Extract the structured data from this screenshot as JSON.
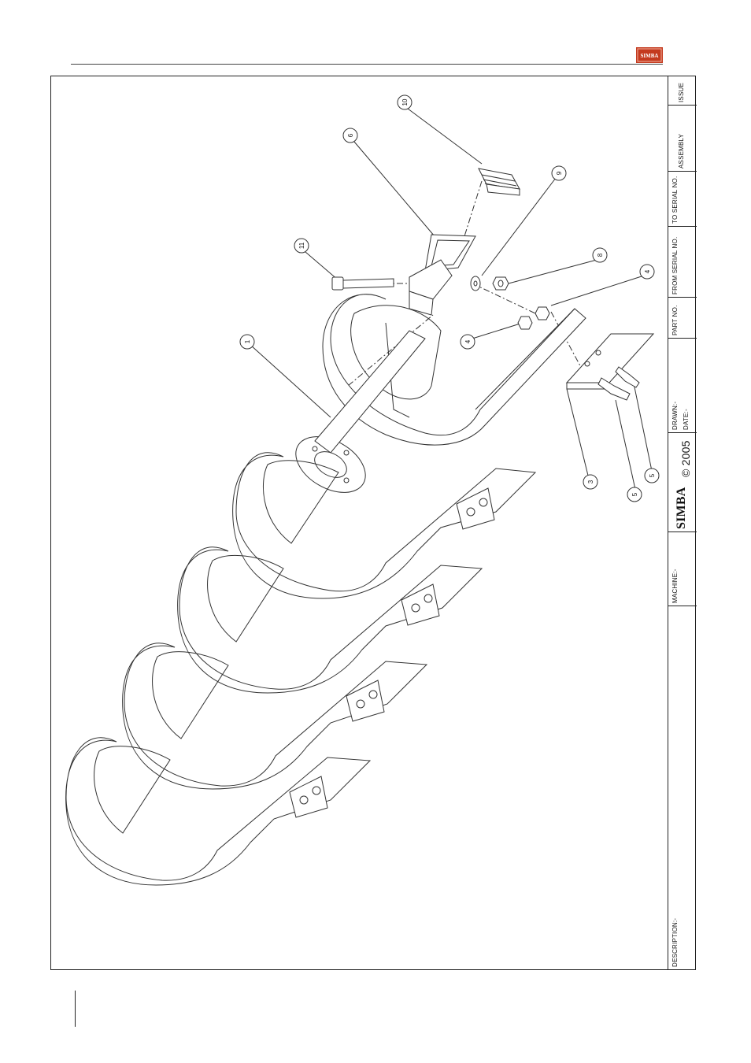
{
  "header": {
    "brand": "SIMBA"
  },
  "title_block": {
    "issue": "ISSUE",
    "assembly": "ASSEMBLY",
    "to_serial": "TO SERIAL NO.",
    "from_serial": "FROM SERIAL NO.",
    "part_no": "PART NO.",
    "drawn": "DRAWN:-",
    "date": "DATE:-",
    "copyright": "© 2005",
    "brand": "SIMBA",
    "machine": "MACHINE:-",
    "description": "DESCRIPTION:-"
  },
  "callouts": [
    "10",
    "6",
    "9",
    "11",
    "8",
    "4",
    "4",
    "1",
    "3",
    "5",
    "5"
  ]
}
